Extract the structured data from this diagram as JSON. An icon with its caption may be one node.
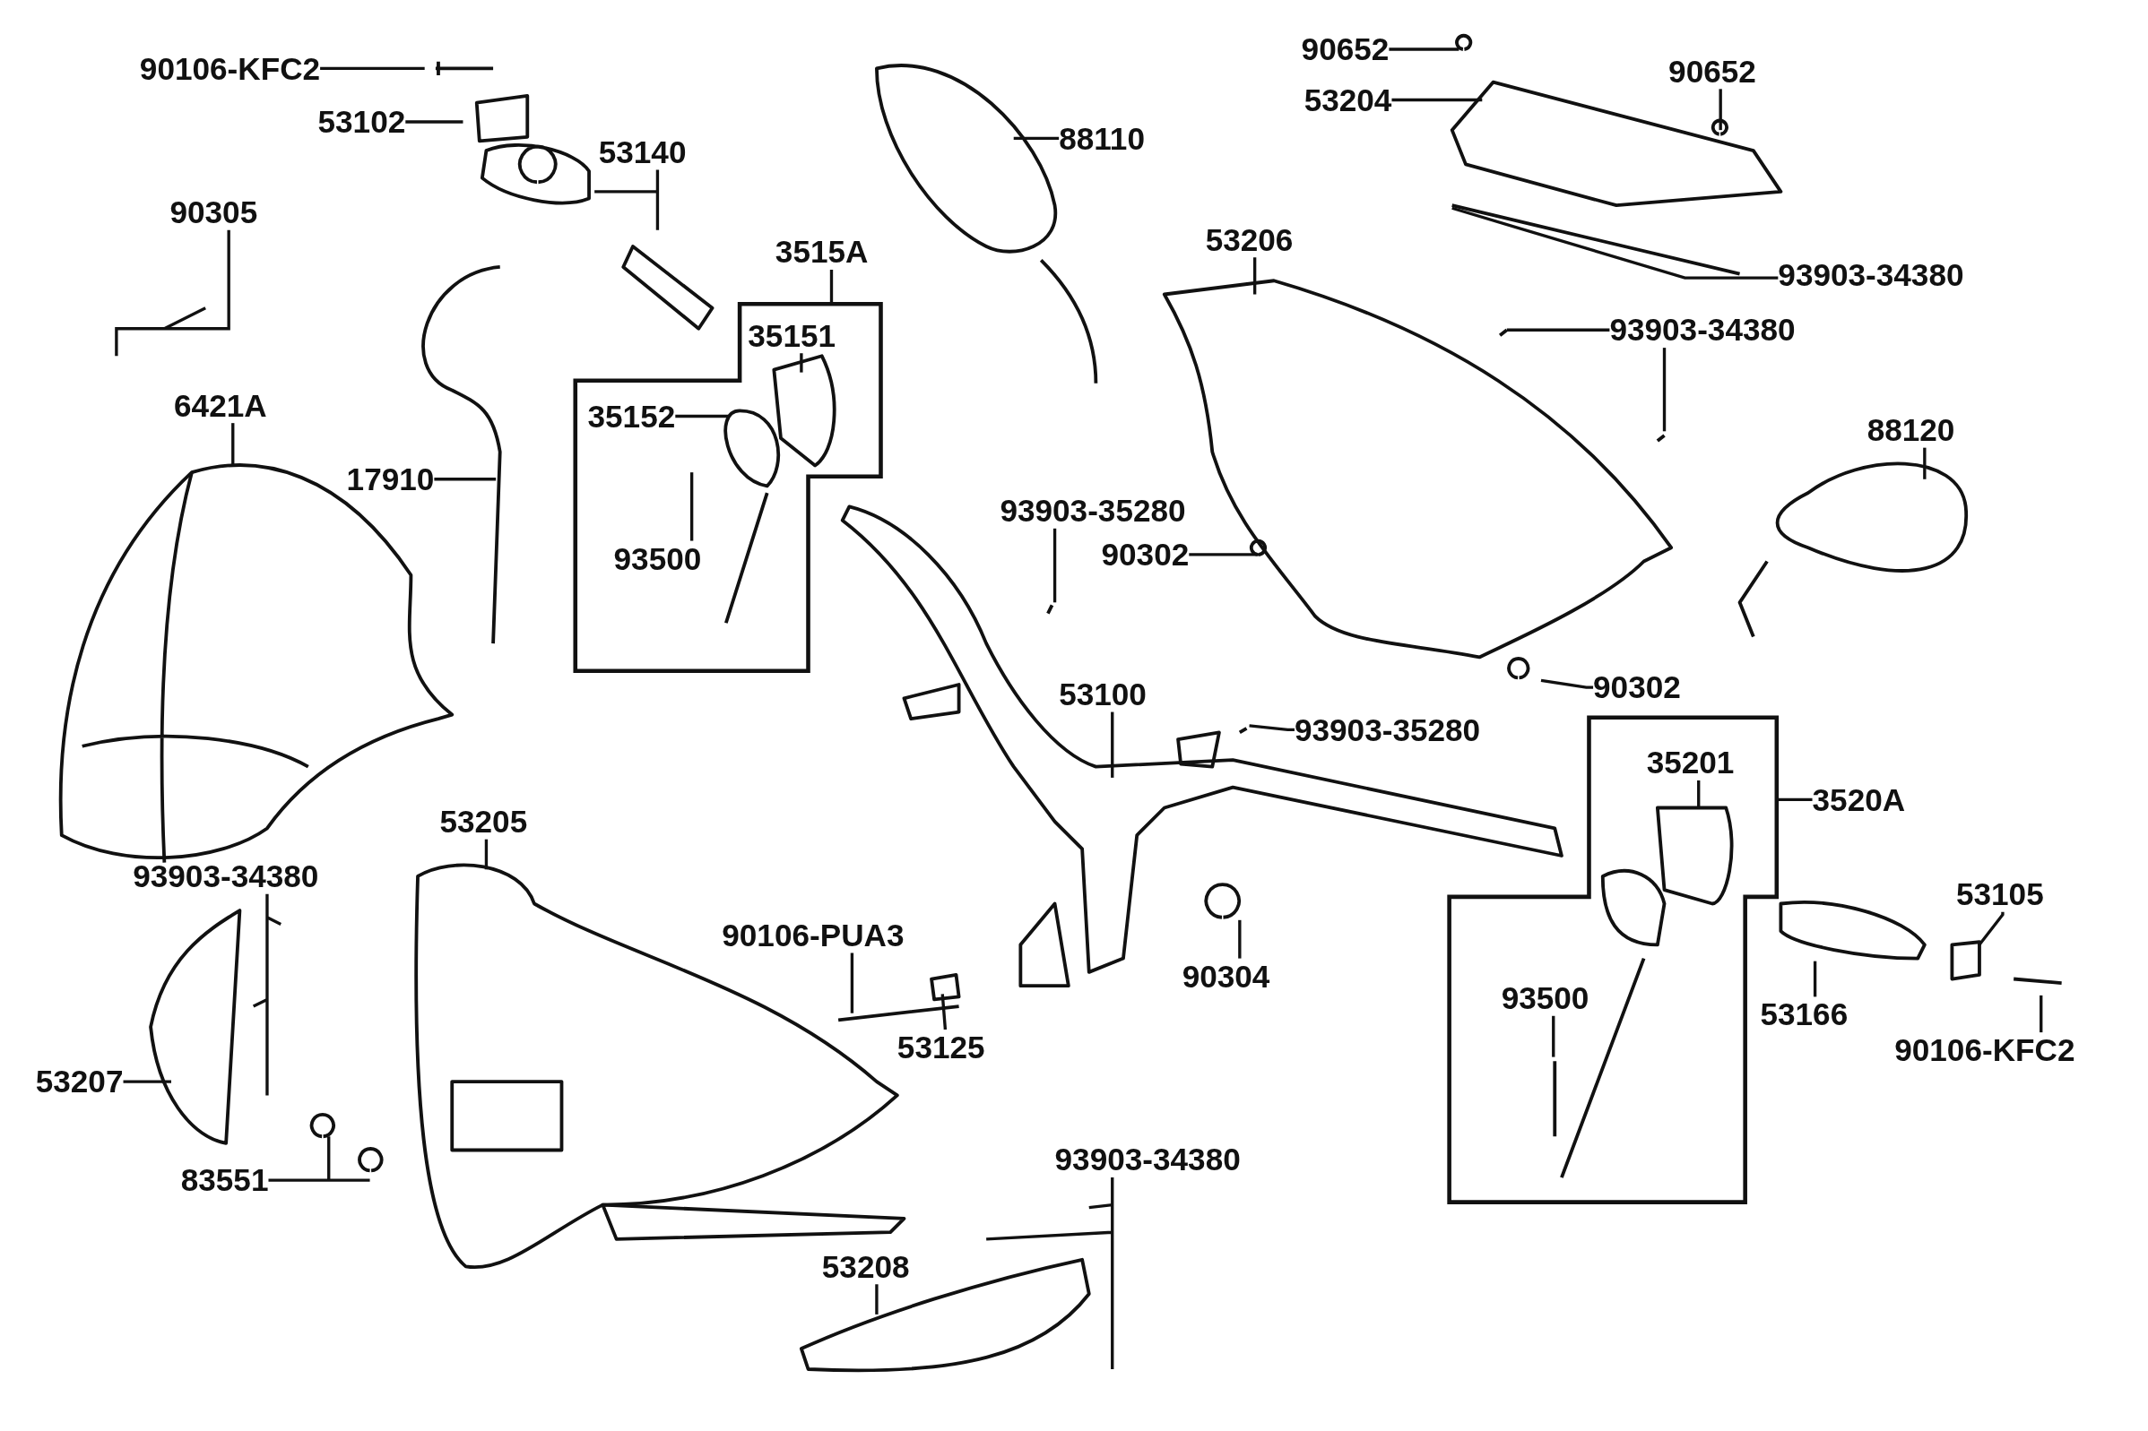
{
  "diagram": {
    "nodes": [
      {
        "text": [
          "90106-KFC2"
        ]
      },
      {
        "text": [
          "53102"
        ]
      },
      {
        "text": [
          "53140"
        ]
      },
      {
        "text": [
          "90305"
        ]
      },
      {
        "text": [
          "6421A"
        ]
      },
      {
        "text": [
          "17910"
        ]
      },
      {
        "text": [
          "88110"
        ]
      },
      {
        "text": [
          "3515A"
        ]
      },
      {
        "text": [],
        "shape": "box"
      },
      {
        "text": [
          "35151"
        ],
        "in": 8
      },
      {
        "text": [
          "35152"
        ],
        "in": 8
      },
      {
        "text": [
          "93500"
        ],
        "in": 8
      },
      {
        "text": [
          "90652"
        ]
      },
      {
        "text": [
          "53204"
        ]
      },
      {
        "text": [
          "90652"
        ]
      },
      {
        "text": [
          "93903-34380"
        ]
      },
      {
        "text": [
          "53206"
        ]
      },
      {
        "text": [
          "93903-34380"
        ]
      },
      {
        "text": [
          "88120"
        ]
      },
      {
        "text": [
          "93903-35280"
        ]
      },
      {
        "text": [
          "90302"
        ]
      },
      {
        "text": [
          "90302"
        ]
      },
      {
        "text": [
          "53100"
        ]
      },
      {
        "text": [
          "93903-35280"
        ]
      },
      {
        "text": [
          "3520A"
        ]
      },
      {
        "text": [],
        "shape": "box"
      },
      {
        "text": [
          "35201"
        ],
        "in": 25
      },
      {
        "text": [
          "93500"
        ],
        "in": 25
      },
      {
        "text": [
          "53105"
        ]
      },
      {
        "text": [
          "90106-PUA3"
        ]
      },
      {
        "text": [
          "90304"
        ]
      },
      {
        "text": [
          "53166"
        ]
      },
      {
        "text": [
          "90106-KFC2"
        ]
      },
      {
        "text": [
          "53205"
        ]
      },
      {
        "text": [
          "93903-34380"
        ]
      },
      {
        "text": [
          "53207"
        ]
      },
      {
        "text": [
          "53125"
        ]
      },
      {
        "text": [
          "83551"
        ]
      },
      {
        "text": [
          "93903-34380"
        ]
      },
      {
        "text": [
          "53208"
        ]
      }
    ],
    "edges": [
      {
        "from": 0,
        "to": null,
        "arrow": "none"
      },
      {
        "from": 1,
        "to": null,
        "arrow": "none"
      },
      {
        "from": 2,
        "to": null,
        "arrow": "none"
      },
      {
        "from": 3,
        "to": null,
        "arrow": "none"
      },
      {
        "from": 4,
        "to": null,
        "arrow": "none"
      },
      {
        "from": 5,
        "to": null,
        "arrow": "none"
      },
      {
        "from": 6,
        "to": null,
        "arrow": "none"
      },
      {
        "from": 7,
        "to": 8,
        "arrow": "none"
      },
      {
        "from": 9,
        "to": null,
        "arrow": "none"
      },
      {
        "from": 10,
        "to": null,
        "arrow": "none"
      },
      {
        "from": 11,
        "to": null,
        "arrow": "none"
      },
      {
        "from": 12,
        "to": null,
        "arrow": "none"
      },
      {
        "from": 13,
        "to": null,
        "arrow": "none"
      },
      {
        "from": 14,
        "to": null,
        "arrow": "none"
      },
      {
        "from": 15,
        "to": null,
        "arrow": "none"
      },
      {
        "from": 16,
        "to": null,
        "arrow": "none"
      },
      {
        "from": 17,
        "to": null,
        "arrow": "none"
      },
      {
        "from": 17,
        "to": null,
        "arrow": "none"
      },
      {
        "from": 18,
        "to": null,
        "arrow": "none"
      },
      {
        "from": 19,
        "to": null,
        "arrow": "none"
      },
      {
        "from": 20,
        "to": null,
        "arrow": "none"
      },
      {
        "from": 21,
        "to": null,
        "arrow": "none"
      },
      {
        "from": 22,
        "to": null,
        "arrow": "none"
      },
      {
        "from": 23,
        "to": null,
        "arrow": "none"
      },
      {
        "from": 24,
        "to": 25,
        "arrow": "none"
      },
      {
        "from": 26,
        "to": null,
        "arrow": "none"
      },
      {
        "from": 27,
        "to": null,
        "arrow": "none"
      },
      {
        "from": 28,
        "to": null,
        "arrow": "none"
      },
      {
        "from": 29,
        "to": null,
        "arrow": "none"
      },
      {
        "from": 30,
        "to": null,
        "arrow": "none"
      },
      {
        "from": 31,
        "to": null,
        "arrow": "none"
      },
      {
        "from": 32,
        "to": null,
        "arrow": "none"
      },
      {
        "from": 33,
        "to": null,
        "arrow": "none"
      },
      {
        "from": 34,
        "to": null,
        "arrow": "none"
      },
      {
        "from": 35,
        "to": null,
        "arrow": "none"
      },
      {
        "from": 36,
        "to": null,
        "arrow": "none"
      },
      {
        "from": 37,
        "to": null,
        "arrow": "none"
      },
      {
        "from": 38,
        "to": null,
        "arrow": "none"
      },
      {
        "from": 39,
        "to": null,
        "arrow": "none"
      }
    ]
  }
}
